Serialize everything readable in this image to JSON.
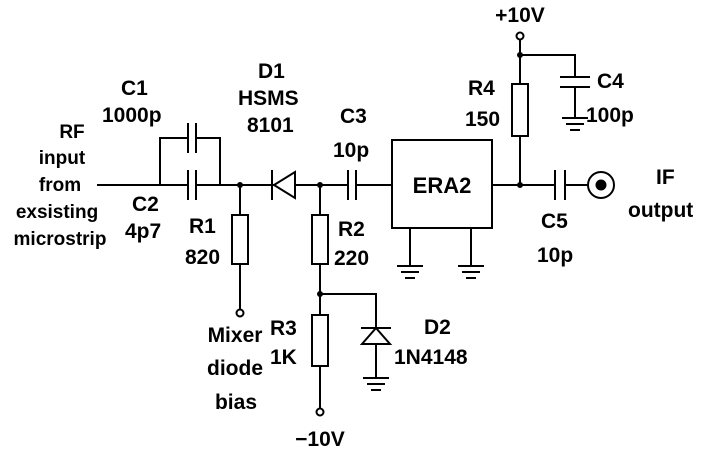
{
  "input_label": [
    "RF",
    "input",
    "from",
    "exsisting",
    "microstrip"
  ],
  "components": {
    "c1": {
      "ref": "C1",
      "value": "1000p"
    },
    "c2": {
      "ref": "C2",
      "value": "4p7"
    },
    "d1": {
      "ref": "D1",
      "part": "HSMS",
      "number": "8101"
    },
    "r1": {
      "ref": "R1",
      "value": "820"
    },
    "c3": {
      "ref": "C3",
      "value": "10p"
    },
    "r2": {
      "ref": "R2",
      "value": "220"
    },
    "r3": {
      "ref": "R3",
      "value": "1K"
    },
    "d2": {
      "ref": "D2",
      "part": "1N4148"
    },
    "amp": {
      "ref": "ERA2"
    },
    "r4": {
      "ref": "R4",
      "value": "150"
    },
    "c4": {
      "ref": "C4",
      "value": "100p"
    },
    "c5": {
      "ref": "C5",
      "value": "10p"
    }
  },
  "bias_label": [
    "Mixer",
    "diode",
    "bias"
  ],
  "supplies": {
    "positive": "+10V",
    "negative": "−10V"
  },
  "output_label": [
    "IF",
    "output"
  ]
}
